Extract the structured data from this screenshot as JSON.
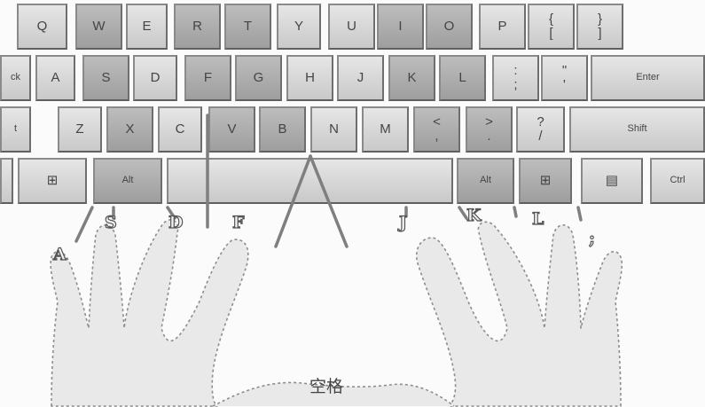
{
  "keyboard": {
    "rows": [
      [
        {
          "id": "q",
          "label": "Q",
          "shade": "light"
        },
        {
          "id": "w",
          "label": "W",
          "shade": "dark"
        },
        {
          "id": "e",
          "label": "E",
          "shade": "light"
        },
        {
          "id": "r",
          "label": "R",
          "shade": "dark"
        },
        {
          "id": "t",
          "label": "T",
          "shade": "dark"
        },
        {
          "id": "y",
          "label": "Y",
          "shade": "light"
        },
        {
          "id": "u",
          "label": "U",
          "shade": "light"
        },
        {
          "id": "i",
          "label": "I",
          "shade": "dark"
        },
        {
          "id": "o",
          "label": "O",
          "shade": "dark"
        },
        {
          "id": "p",
          "label": "P",
          "shade": "light"
        },
        {
          "id": "lbrace",
          "label": "{\n[",
          "shade": "light"
        },
        {
          "id": "rbrace",
          "label": "}\n]",
          "shade": "light"
        }
      ],
      [
        {
          "id": "caps",
          "label": "ck",
          "shade": "light"
        },
        {
          "id": "a",
          "label": "A",
          "shade": "light"
        },
        {
          "id": "s",
          "label": "S",
          "shade": "dark"
        },
        {
          "id": "d",
          "label": "D",
          "shade": "light"
        },
        {
          "id": "f",
          "label": "F",
          "shade": "dark"
        },
        {
          "id": "g",
          "label": "G",
          "shade": "dark"
        },
        {
          "id": "h",
          "label": "H",
          "shade": "light"
        },
        {
          "id": "j",
          "label": "J",
          "shade": "light"
        },
        {
          "id": "k",
          "label": "K",
          "shade": "dark"
        },
        {
          "id": "l",
          "label": "L",
          "shade": "dark"
        },
        {
          "id": "semicolon",
          "label": ":\n;",
          "shade": "light"
        },
        {
          "id": "quote",
          "label": "\"\n'",
          "shade": "light"
        },
        {
          "id": "enter",
          "label": "Enter",
          "shade": "light"
        }
      ],
      [
        {
          "id": "lshift",
          "label": "t",
          "shade": "light"
        },
        {
          "id": "z",
          "label": "Z",
          "shade": "light"
        },
        {
          "id": "x",
          "label": "X",
          "shade": "dark"
        },
        {
          "id": "c",
          "label": "C",
          "shade": "light"
        },
        {
          "id": "v",
          "label": "V",
          "shade": "dark"
        },
        {
          "id": "b",
          "label": "B",
          "shade": "dark"
        },
        {
          "id": "n",
          "label": "N",
          "shade": "light"
        },
        {
          "id": "m",
          "label": "M",
          "shade": "light"
        },
        {
          "id": "comma",
          "label": "<\n,",
          "shade": "dark"
        },
        {
          "id": "period",
          "label": ">\n.",
          "shade": "dark"
        },
        {
          "id": "slash",
          "label": "?\n/",
          "shade": "light"
        },
        {
          "id": "rshift",
          "label": "Shift",
          "shade": "light"
        }
      ],
      [
        {
          "id": "lctrl",
          "label": "",
          "shade": "light"
        },
        {
          "id": "lwin",
          "label": "⊞",
          "shade": "light"
        },
        {
          "id": "lalt",
          "label": "Alt",
          "shade": "dark"
        },
        {
          "id": "space",
          "label": "",
          "shade": "light"
        },
        {
          "id": "ralt",
          "label": "Alt",
          "shade": "dark"
        },
        {
          "id": "rwin",
          "label": "⊞",
          "shade": "dark"
        },
        {
          "id": "menu",
          "label": "▤",
          "shade": "light"
        },
        {
          "id": "rctrl",
          "label": "Ctrl",
          "shade": "light"
        }
      ]
    ]
  },
  "fingers": {
    "left": [
      "A",
      "S",
      "D",
      "F"
    ],
    "right": [
      "J",
      "K",
      "L",
      ";"
    ]
  },
  "space_label": "空格"
}
